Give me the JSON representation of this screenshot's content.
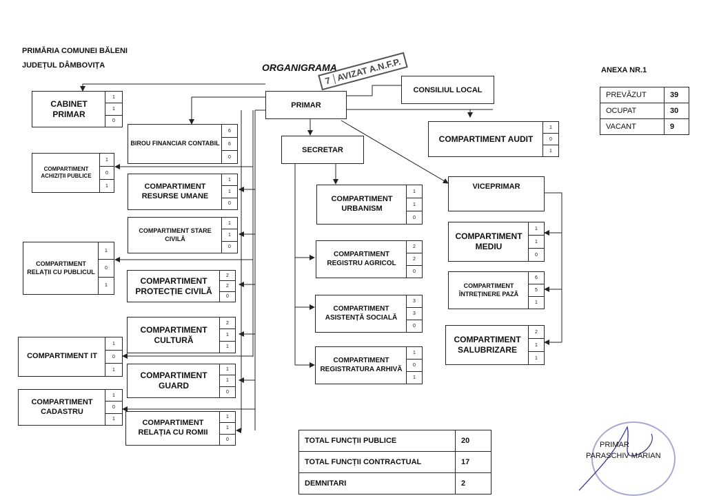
{
  "header": {
    "institution": "PRIMĂRIA COMUNEI BĂLENI",
    "county": "JUDEȚUL DÂMBOVIȚA",
    "title": "ORGANIGRAMA",
    "annex": "ANEXA NR.1"
  },
  "stamp": {
    "number": "7",
    "text": "AVIZAT A.N.F.P."
  },
  "positions": [
    {
      "label": "PREVĂZUT",
      "value": "39"
    },
    {
      "label": "OCUPAT",
      "value": "30"
    },
    {
      "label": "VACANT",
      "value": "9"
    }
  ],
  "units": {
    "primar": "PRIMAR",
    "consiliu": "CONSILIUL LOCAL",
    "secretar": "SECRETAR",
    "viceprimar": "VICEPRIMAR",
    "cabinet": {
      "name": "CABINET PRIMAR",
      "nums": [
        "1",
        "1",
        "0"
      ]
    },
    "birou_financiar": {
      "name": "BIROU FINANCIAR CONTABIL",
      "nums": [
        "6",
        "6",
        "0"
      ]
    },
    "achizitii": {
      "name": "COMPARTIMENT ACHIZIȚII PUBLICE",
      "nums": [
        "1",
        "0",
        "1"
      ]
    },
    "resurse": {
      "name": "COMPARTIMENT RESURSE UMANE",
      "nums": [
        "1",
        "1",
        "0"
      ]
    },
    "stare_civila": {
      "name": "COMPARTIMENT STARE CIVILĂ",
      "nums": [
        "1",
        "1",
        "0"
      ]
    },
    "relatii_publicul": {
      "name": "COMPARTIMENT RELAȚII CU PUBLICUL",
      "nums": [
        "1",
        "0",
        "1"
      ]
    },
    "protectie": {
      "name": "COMPARTIMENT PROTECȚIE CIVILĂ",
      "nums": [
        "2",
        "2",
        "0"
      ]
    },
    "cultura": {
      "name": "COMPARTIMENT CULTURĂ",
      "nums": [
        "2",
        "1",
        "1"
      ]
    },
    "it": {
      "name": "COMPARTIMENT IT",
      "nums": [
        "1",
        "0",
        "1"
      ]
    },
    "guard": {
      "name": "COMPARTIMENT GUARD",
      "nums": [
        "1",
        "1",
        "0"
      ]
    },
    "cadastru": {
      "name": "COMPARTIMENT CADASTRU",
      "nums": [
        "1",
        "0",
        "1"
      ]
    },
    "romii": {
      "name": "COMPARTIMENT RELAȚIA CU ROMII",
      "nums": [
        "1",
        "1",
        "0"
      ]
    },
    "audit": {
      "name": "COMPARTIMENT AUDIT",
      "nums": [
        "1",
        "0",
        "1"
      ]
    },
    "urbanism": {
      "name": "COMPARTIMENT URBANISM",
      "nums": [
        "1",
        "1",
        "0"
      ]
    },
    "registru_agricol": {
      "name": "COMPARTIMENT REGISTRU AGRICOL",
      "nums": [
        "2",
        "2",
        "0"
      ]
    },
    "asistenta": {
      "name": "COMPARTIMENT ASISTENȚĂ SOCIALĂ",
      "nums": [
        "3",
        "3",
        "0"
      ]
    },
    "registratura": {
      "name": "COMPARTIMENT REGISTRATURA ARHIVĂ",
      "nums": [
        "1",
        "0",
        "1"
      ]
    },
    "mediu": {
      "name": "COMPARTIMENT MEDIU",
      "nums": [
        "1",
        "1",
        "0"
      ]
    },
    "intretinere": {
      "name": "COMPARTIMENT ÎNTREȚINERE PAZĂ",
      "nums": [
        "6",
        "5",
        "1"
      ]
    },
    "salubrizare": {
      "name": "COMPARTIMENT SALUBRIZARE",
      "nums": [
        "2",
        "1",
        "1"
      ]
    }
  },
  "totals": [
    {
      "label": "TOTAL FUNCȚII PUBLICE",
      "value": "20"
    },
    {
      "label": "TOTAL FUNCȚII CONTRACTUAL",
      "value": "17"
    },
    {
      "label": "DEMNITARI",
      "value": "2"
    }
  ],
  "signature": {
    "role": "PRIMAR",
    "name": "PARASCHIV MARIAN"
  }
}
